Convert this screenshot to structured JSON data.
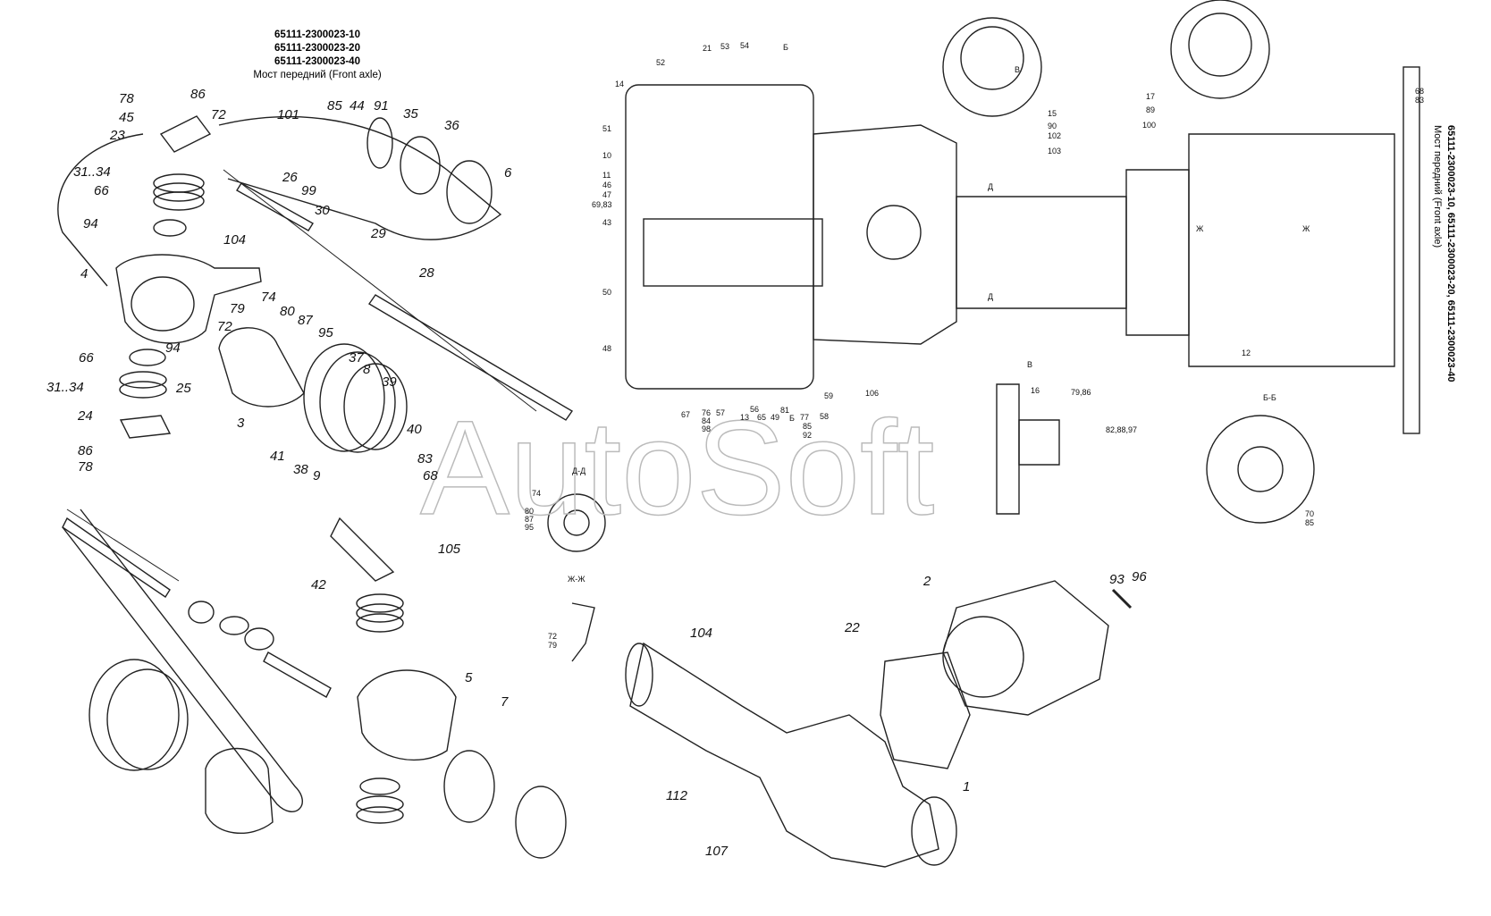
{
  "title": {
    "codes": [
      "65111-2300023-10",
      "65111-2300023-20",
      "65111-2300023-40"
    ],
    "name": "Мост передний (Front axle)"
  },
  "side_title": {
    "codes": "65111-2300023-10, 65111-2300023-20, 65111-2300023-40",
    "name": "Мост передний (Front axle)"
  },
  "watermark": "AutoSoft",
  "callouts_exploded": [
    "78",
    "86",
    "45",
    "72",
    "23",
    "31..34",
    "66",
    "94",
    "104",
    "4",
    "79",
    "72",
    "66",
    "94",
    "31..34",
    "25",
    "24",
    "86",
    "78",
    "101",
    "85",
    "44",
    "91",
    "35",
    "36",
    "6",
    "26",
    "99",
    "30",
    "29",
    "28",
    "74",
    "80",
    "87",
    "95",
    "3",
    "37",
    "8",
    "39",
    "40",
    "41",
    "38",
    "9",
    "83",
    "68",
    "42",
    "105",
    "5",
    "7",
    "104",
    "22",
    "2",
    "93",
    "96",
    "112",
    "1",
    "107"
  ],
  "callouts_section": [
    "52",
    "21",
    "53",
    "54",
    "Б",
    "14",
    "51",
    "10",
    "11",
    "46",
    "47",
    "69,83",
    "43",
    "50",
    "48",
    "67",
    "76",
    "84",
    "98",
    "57",
    "56",
    "13",
    "65",
    "49",
    "81",
    "Б",
    "77",
    "85",
    "92",
    "58",
    "59",
    "106",
    "15",
    "90",
    "102",
    "103",
    "Д",
    "Д",
    "В",
    "17",
    "89",
    "100",
    "Ж",
    "Ж",
    "12",
    "68",
    "83",
    "В",
    "16",
    "79,86",
    "82,88,97",
    "Б-Б",
    "70",
    "85",
    "Д-Д",
    "74",
    "80",
    "87",
    "95",
    "Ж-Ж",
    "72",
    "79"
  ]
}
